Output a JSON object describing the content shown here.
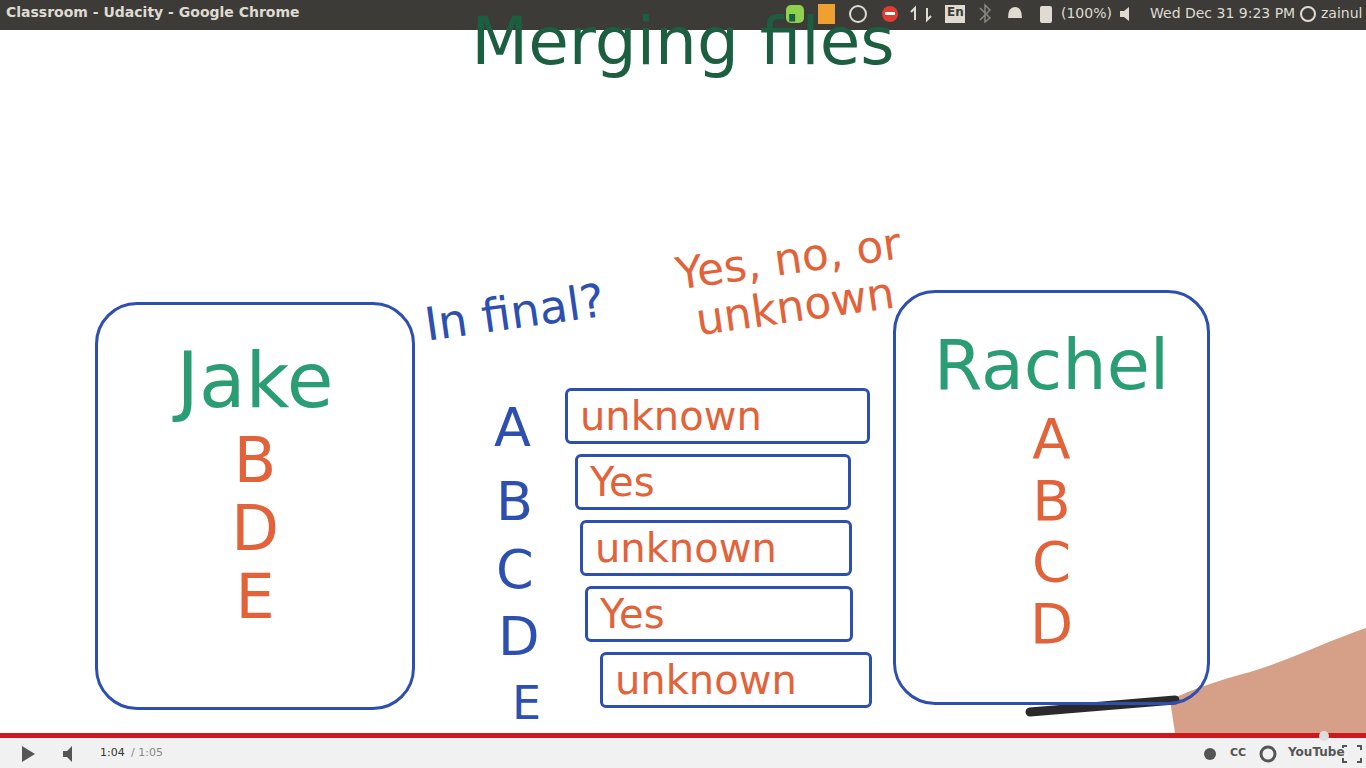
{
  "diagram": {
    "title": "Merging files",
    "nodes": [
      {
        "text": [
          "Jake",
          "B",
          "D",
          "E"
        ]
      },
      {
        "text": [
          "unknown"
        ]
      },
      {
        "text": [
          "Yes"
        ]
      },
      {
        "text": [
          "unknown"
        ]
      },
      {
        "text": [
          "Yes"
        ]
      },
      {
        "text": [
          "unknown"
        ]
      },
      {
        "text": [
          "Rachel",
          "A",
          "B",
          "C",
          "D"
        ]
      }
    ],
    "labels": [
      "Classroom - Udacity - Google Chrome",
      "En",
      "(100%)",
      "Wed Dec 31 9:23 PM",
      "zainul",
      "In final?",
      "Yes, no, or unknown",
      "A",
      "B",
      "C",
      "D",
      "E",
      "1:04",
      "/ 1:05",
      "CC",
      "YouTube"
    ]
  }
}
